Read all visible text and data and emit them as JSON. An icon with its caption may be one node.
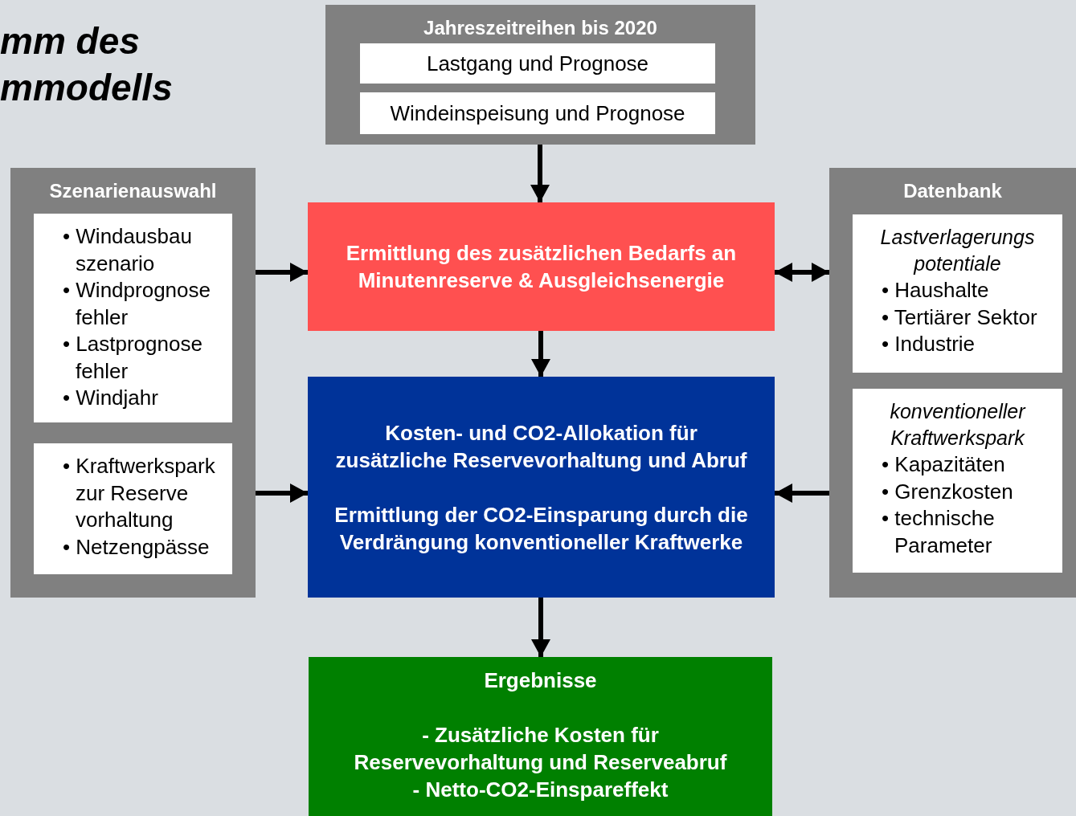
{
  "diagram": {
    "title": "mm des mmodells",
    "nodes": [
      {
        "text": [
          "Jahreszeitreihen bis 2020"
        ]
      },
      {
        "text": [
          "Lastgang und Prognose"
        ],
        "in": 0
      },
      {
        "text": [
          "Windeinspeisung und Prognose"
        ],
        "in": 0
      },
      {
        "text": [
          "Szenarienauswahl"
        ]
      },
      {
        "text": [
          "• Windausbau szenario",
          "• Windprognose fehler",
          "• Lastprognose fehler",
          "• Windjahr"
        ],
        "in": 3
      },
      {
        "text": [
          "• Kraftwerkspark zur Reserve vorhaltung",
          "• Netzengpässe"
        ],
        "in": 3
      },
      {
        "text": [
          "Ermittlung des zusätzlichen Bedarfs an Minutenreserve & Ausgleichsenergie"
        ]
      },
      {
        "text": [
          "Kosten- und CO2-Allokation für zusätzliche Reservevorhaltung und Abruf",
          "Ermittlung der CO2-Einsparung durch die Verdrängung konventioneller Kraftwerke"
        ]
      },
      {
        "text": [
          "Datenbank"
        ]
      },
      {
        "text": [
          "Lastverlagerungs potentiale",
          "• Haushalte",
          "• Tertiärer Sektor",
          "• Industrie"
        ],
        "in": 8
      },
      {
        "text": [
          "konventioneller Kraftwerkspark",
          "• Kapazitäten",
          "• Grenzkosten",
          "• technische Parameter"
        ],
        "in": 8
      },
      {
        "text": [
          "Ergebnisse",
          "- Zusätzliche Kosten für Reservevorhaltung und Reserveabruf",
          "- Netto-CO2-Einspareffekt"
        ]
      }
    ],
    "edges": [
      {
        "from": 0,
        "to": 6,
        "arrow": "to"
      },
      {
        "from": 3,
        "to": 6,
        "arrow": "to"
      },
      {
        "from": 8,
        "to": 6,
        "arrow": "both"
      },
      {
        "from": 6,
        "to": 7,
        "arrow": "to"
      },
      {
        "from": 3,
        "to": 7,
        "arrow": "to"
      },
      {
        "from": 8,
        "to": 7,
        "arrow": "to"
      },
      {
        "from": 7,
        "to": 11,
        "arrow": "to"
      }
    ]
  }
}
